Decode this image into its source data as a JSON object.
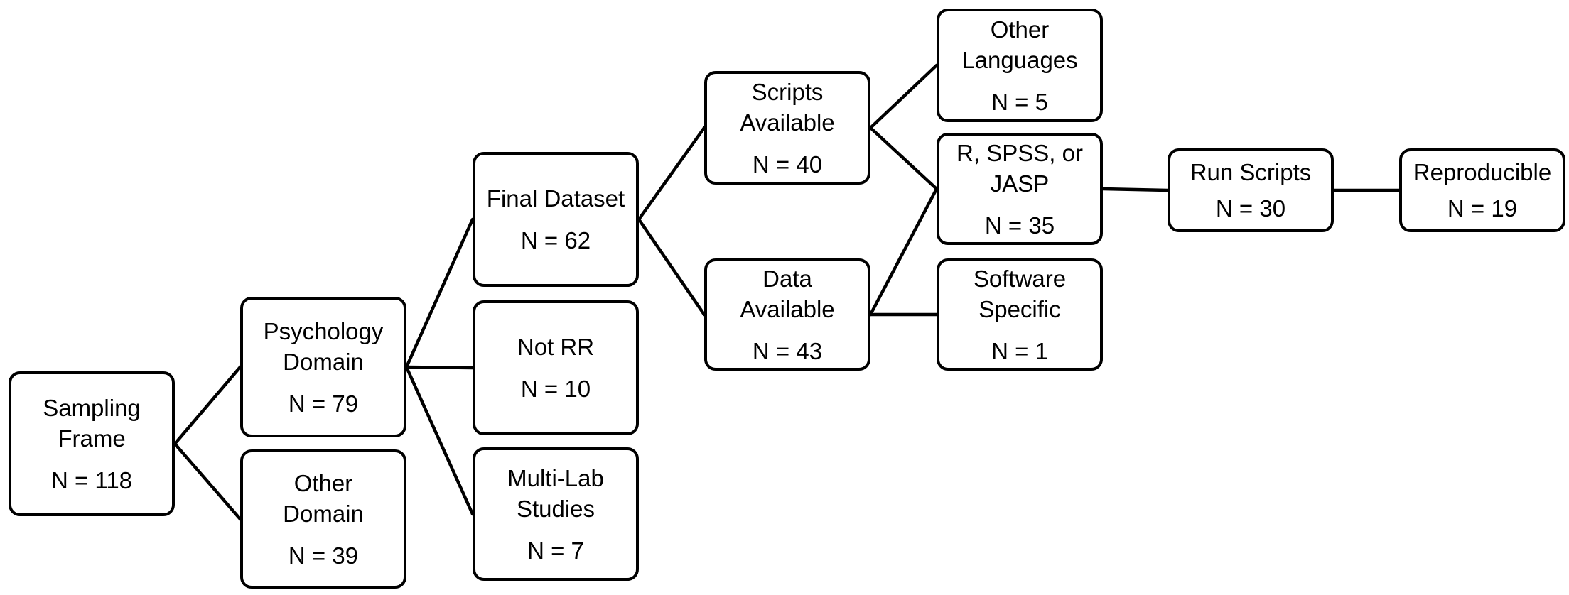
{
  "nodes": {
    "sampling_frame": {
      "label": [
        "Sampling",
        "Frame"
      ],
      "count": "N = 118"
    },
    "psychology_domain": {
      "label": [
        "Psychology",
        "Domain"
      ],
      "count": "N = 79"
    },
    "other_domain": {
      "label": [
        "Other",
        "Domain"
      ],
      "count": "N = 39"
    },
    "final_dataset": {
      "label": [
        "Final Dataset"
      ],
      "count": "N = 62"
    },
    "not_rr": {
      "label": [
        "Not RR"
      ],
      "count": "N = 10"
    },
    "multi_lab_studies": {
      "label": [
        "Multi-Lab",
        "Studies"
      ],
      "count": "N = 7"
    },
    "scripts_available": {
      "label": [
        "Scripts",
        "Available"
      ],
      "count": "N = 40"
    },
    "data_available": {
      "label": [
        "Data",
        "Available"
      ],
      "count": "N = 43"
    },
    "other_languages": {
      "label": [
        "Other",
        "Languages"
      ],
      "count": "N = 5"
    },
    "r_spss_jasp": {
      "label": [
        "R, SPSS, or",
        "JASP"
      ],
      "count": "N = 35"
    },
    "software_specific": {
      "label": [
        "Software",
        "Specific"
      ],
      "count": "N = 1"
    },
    "run_scripts": {
      "label": [
        "Run Scripts"
      ],
      "count": "N = 30"
    },
    "reproducible": {
      "label": [
        "Reproducible"
      ],
      "count": "N = 19"
    }
  },
  "edges": [
    [
      "sampling_frame",
      "psychology_domain"
    ],
    [
      "sampling_frame",
      "other_domain"
    ],
    [
      "psychology_domain",
      "final_dataset"
    ],
    [
      "psychology_domain",
      "not_rr"
    ],
    [
      "psychology_domain",
      "multi_lab_studies"
    ],
    [
      "final_dataset",
      "scripts_available"
    ],
    [
      "final_dataset",
      "data_available"
    ],
    [
      "scripts_available",
      "other_languages"
    ],
    [
      "scripts_available",
      "r_spss_jasp"
    ],
    [
      "data_available",
      "r_spss_jasp"
    ],
    [
      "data_available",
      "software_specific"
    ],
    [
      "r_spss_jasp",
      "run_scripts"
    ],
    [
      "run_scripts",
      "reproducible"
    ]
  ]
}
